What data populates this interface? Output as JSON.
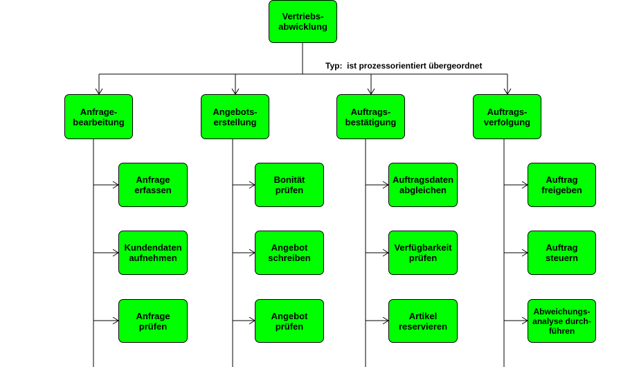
{
  "colors": {
    "node_fill": "#00ff00",
    "node_border": "#000000",
    "line": "#000000",
    "background": "#ffffff"
  },
  "root": {
    "label": "Vertriebs-\nabwicklung"
  },
  "relation_note": "Typ:  ist prozessorientiert übergeordnet",
  "columns": [
    {
      "label": "Anfrage-\nbearbeitung",
      "children": [
        {
          "label": "Anfrage\nerfassen"
        },
        {
          "label": "Kundendaten\naufnehmen"
        },
        {
          "label": "Anfrage\nprüfen"
        }
      ]
    },
    {
      "label": "Angebots-\nerstellung",
      "children": [
        {
          "label": "Bonität\nprüfen"
        },
        {
          "label": "Angebot\nschreiben"
        },
        {
          "label": "Angebot\nprüfen"
        }
      ]
    },
    {
      "label": "Auftrags-\nbestätigung",
      "children": [
        {
          "label": "Auftragsdaten\nabgleichen"
        },
        {
          "label": "Verfügbarkeit\nprüfen"
        },
        {
          "label": "Artikel\nreservieren"
        }
      ]
    },
    {
      "label": "Auftrags-\nverfolgung",
      "children": [
        {
          "label": "Auftrag\nfreigeben"
        },
        {
          "label": "Auftrag\nsteuern"
        },
        {
          "label": "Abweichungs-\nanalyse durch-\nführen"
        }
      ]
    }
  ]
}
